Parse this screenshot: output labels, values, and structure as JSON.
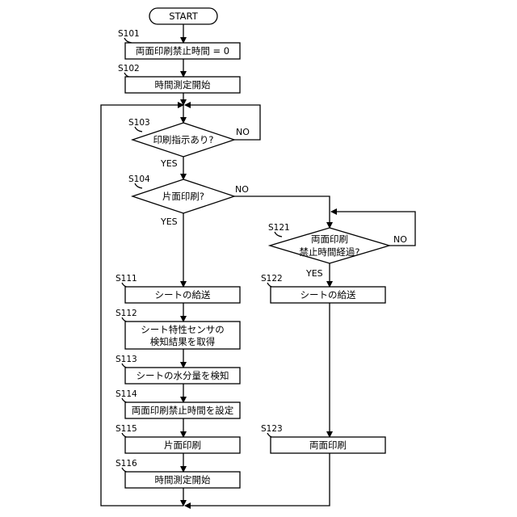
{
  "flowchart": {
    "start": "START",
    "steps": {
      "s101": {
        "id": "S101",
        "text": "両面印刷禁止時間 = 0"
      },
      "s102": {
        "id": "S102",
        "text": "時間測定開始"
      },
      "s103": {
        "id": "S103",
        "text": "印刷指示あり?",
        "yes": "YES",
        "no": "NO"
      },
      "s104": {
        "id": "S104",
        "text": "片面印刷?",
        "yes": "YES",
        "no": "NO"
      },
      "s111": {
        "id": "S111",
        "text": "シートの給送"
      },
      "s112": {
        "id": "S112",
        "line1": "シート特性センサの",
        "line2": "検知結果を取得"
      },
      "s113": {
        "id": "S113",
        "text": "シートの水分量を検知"
      },
      "s114": {
        "id": "S114",
        "text": "両面印刷禁止時間を設定"
      },
      "s115": {
        "id": "S115",
        "text": "片面印刷"
      },
      "s116": {
        "id": "S116",
        "text": "時間測定開始"
      },
      "s121": {
        "id": "S121",
        "line1": "両面印刷",
        "line2": "禁止時間経過?",
        "yes": "YES",
        "no": "NO"
      },
      "s122": {
        "id": "S122",
        "text": "シートの給送"
      },
      "s123": {
        "id": "S123",
        "text": "両面印刷"
      }
    }
  }
}
